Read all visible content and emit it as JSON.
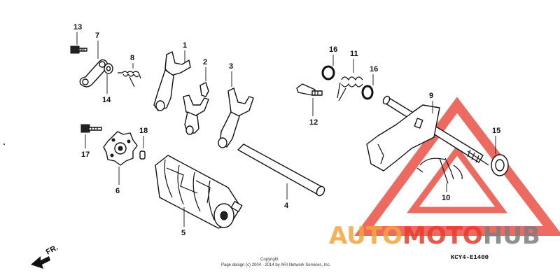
{
  "diagram": {
    "part_numbers": {
      "p1": "1",
      "p2": "2",
      "p3": "3",
      "p4": "4",
      "p5": "5",
      "p6": "6",
      "p7": "7",
      "p8": "8",
      "p9": "9",
      "p10": "10",
      "p11": "11",
      "p12": "12",
      "p13": "13",
      "p14": "14",
      "p15": "15",
      "p16a": "16",
      "p16b": "16",
      "p17": "17",
      "p18": "18"
    },
    "front_label": "FR.",
    "diagram_code": "KCY4-E1400",
    "copyright_line1": "Copyright",
    "copyright_line2": "Page design (c) 2004 - 2014 by ARI Network Services, Inc."
  },
  "watermark": {
    "text_left": "AUTO",
    "text_mid": "MOTO",
    "text_right": "HUB",
    "colors": {
      "orange": "#f2a33a",
      "red": "#e8392c",
      "gray": "#7d7d7d"
    }
  }
}
